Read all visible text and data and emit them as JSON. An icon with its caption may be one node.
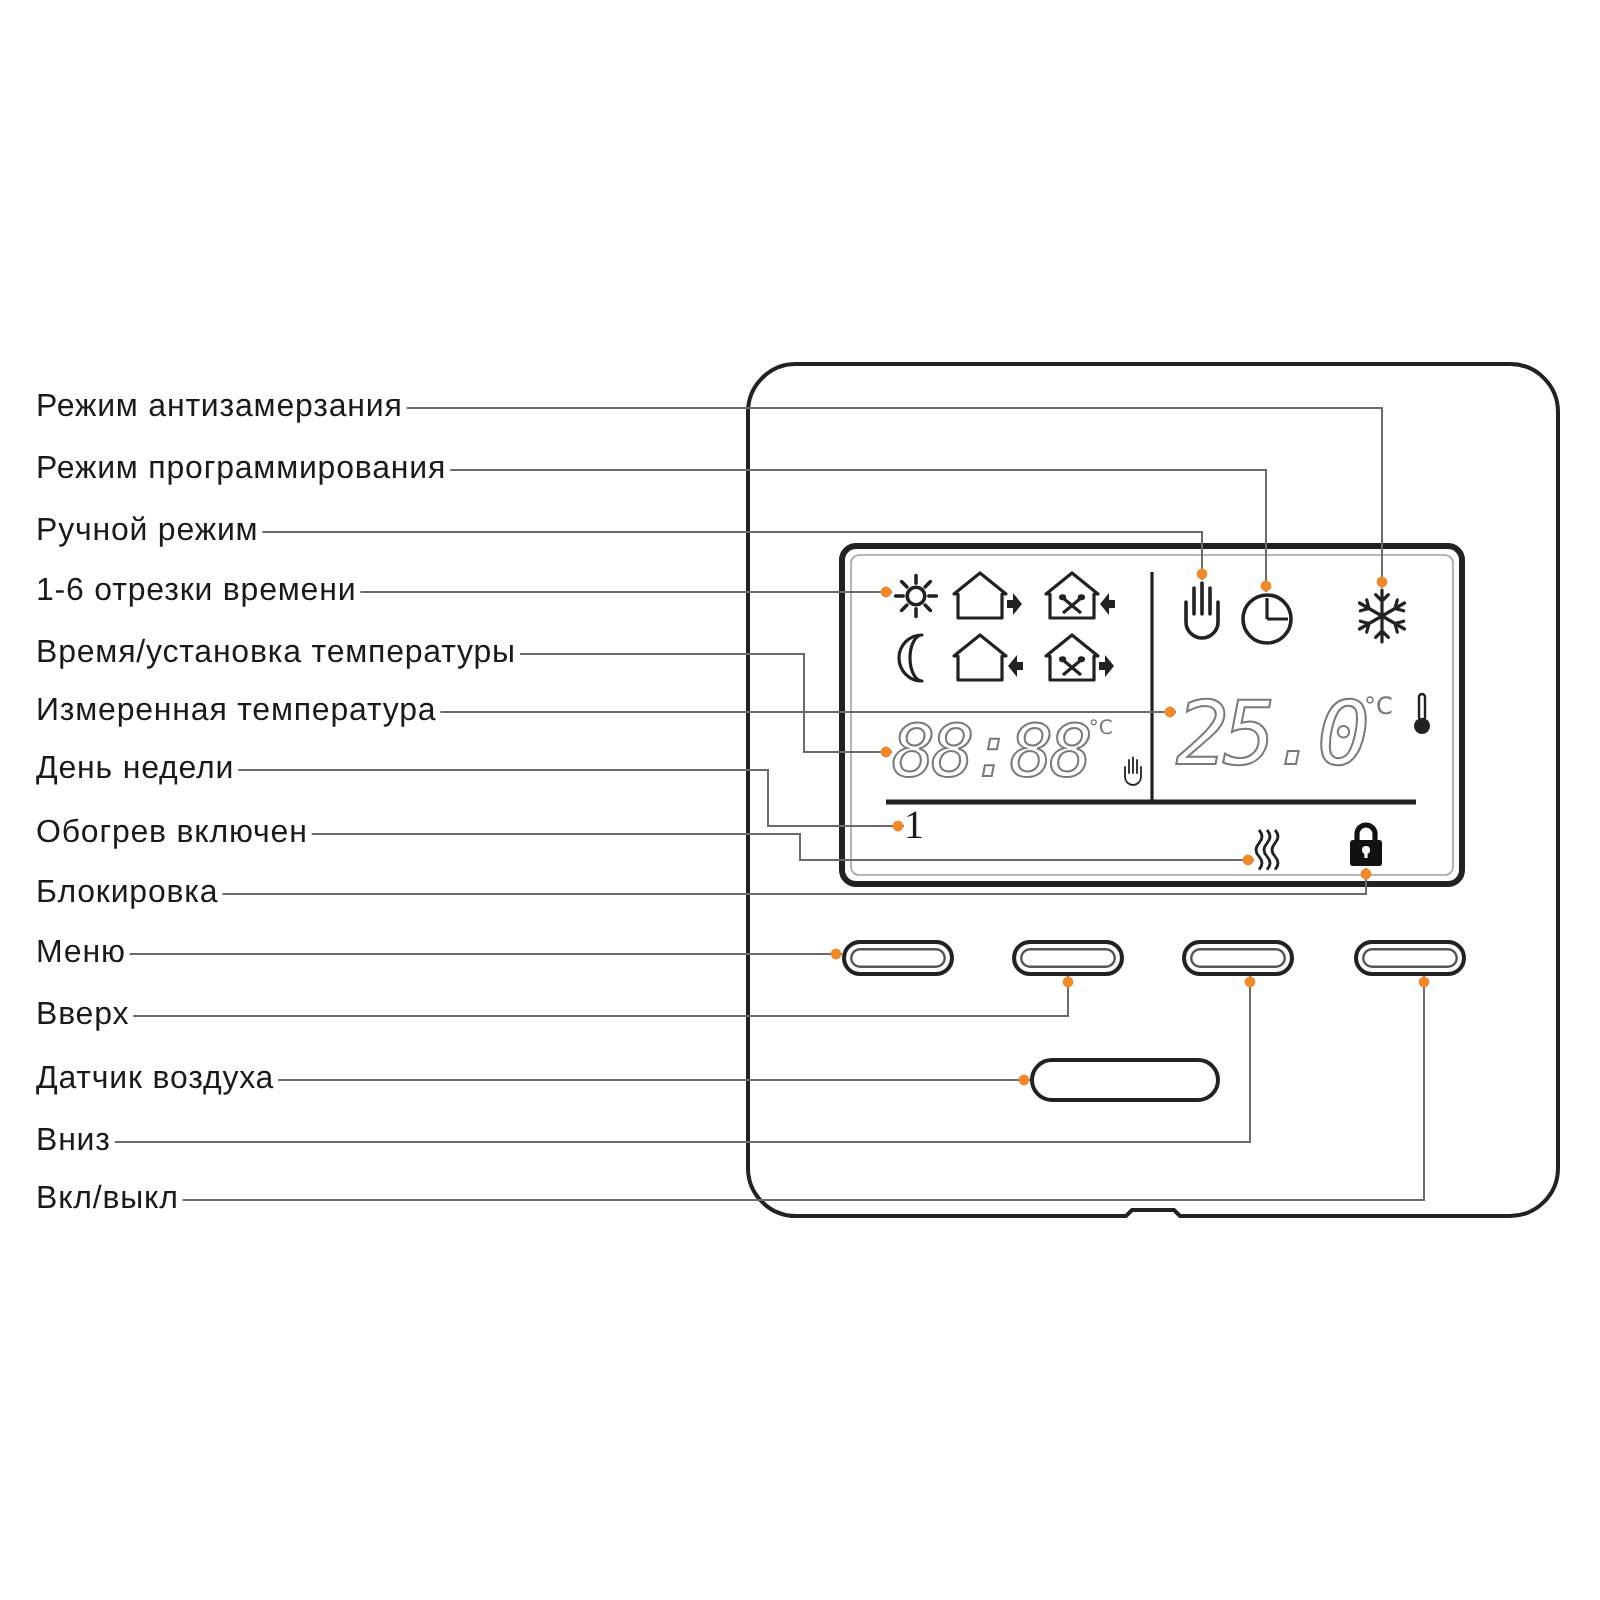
{
  "diagram": {
    "nodes": [
      {
        "text": [
          "Режим антизамерзания"
        ]
      },
      {
        "text": [
          "Режим программирования"
        ]
      },
      {
        "text": [
          "Ручной режим"
        ]
      },
      {
        "text": [
          "1-6 отрезки времени"
        ]
      },
      {
        "text": [
          "Время/установка температуры"
        ]
      },
      {
        "text": [
          "Измеренная температура"
        ]
      },
      {
        "text": [
          "День недели"
        ]
      },
      {
        "text": [
          "Обогрев включен"
        ]
      },
      {
        "text": [
          "Блокировка"
        ]
      },
      {
        "text": [
          "Меню"
        ]
      },
      {
        "text": [
          "Вверх"
        ]
      },
      {
        "text": [
          "Датчик воздуха"
        ]
      },
      {
        "text": [
          "Вниз"
        ]
      },
      {
        "text": [
          "Вкл/выкл"
        ]
      },
      {
        "text": [],
        "shape": "picture"
      },
      {
        "text": [],
        "shape": "picture"
      },
      {
        "text": [],
        "shape": "picture"
      },
      {
        "text": [],
        "shape": "picture"
      },
      {
        "text": [
          "88:88"
        ],
        "beside": [
          "°C"
        ]
      },
      {
        "text": [
          "25.0"
        ],
        "beside": [
          "°C"
        ]
      },
      {
        "text": [
          "1"
        ]
      },
      {
        "text": [],
        "shape": "picture"
      },
      {
        "text": [],
        "shape": "picture"
      },
      {
        "text": [],
        "shape": "box"
      },
      {
        "text": [],
        "shape": "box"
      },
      {
        "text": [],
        "shape": "box"
      },
      {
        "text": [],
        "shape": "box"
      },
      {
        "text": [],
        "shape": "box"
      }
    ],
    "edges": [
      {
        "from": 0,
        "to": 14,
        "arrow": "other"
      },
      {
        "from": 1,
        "to": 15,
        "arrow": "other"
      },
      {
        "from": 2,
        "to": 16,
        "arrow": "other"
      },
      {
        "from": 3,
        "to": 17,
        "arrow": "other"
      },
      {
        "from": 4,
        "to": 18,
        "arrow": "other"
      },
      {
        "from": 5,
        "to": 19,
        "arrow": "other"
      },
      {
        "from": 6,
        "to": 20,
        "arrow": "other"
      },
      {
        "from": 7,
        "to": 21,
        "arrow": "other"
      },
      {
        "from": 8,
        "to": 22,
        "arrow": "other"
      },
      {
        "from": 9,
        "to": 23,
        "arrow": "other"
      },
      {
        "from": 10,
        "to": 24,
        "arrow": "other"
      },
      {
        "from": 11,
        "to": 25,
        "arrow": "other"
      },
      {
        "from": 12,
        "to": 26,
        "arrow": "other"
      },
      {
        "from": 13,
        "to": 27,
        "arrow": "other"
      }
    ]
  }
}
